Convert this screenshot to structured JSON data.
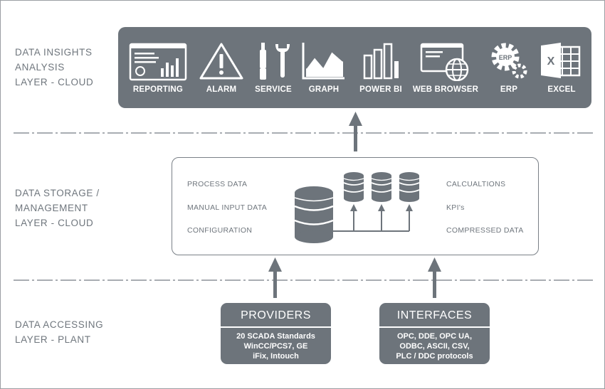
{
  "layers": {
    "insights": "DATA INSIGHTS\nANALYSIS\nLAYER - CLOUD",
    "storage": "DATA STORAGE /\nMANAGEMENT\nLAYER - CLOUD",
    "accessing": "DATA ACCESSING\nLAYER - PLANT"
  },
  "apps": [
    {
      "label": "REPORTING",
      "icon": "reporting-icon"
    },
    {
      "label": "ALARM",
      "icon": "alarm-icon"
    },
    {
      "label": "SERVICE",
      "icon": "service-icon"
    },
    {
      "label": "GRAPH",
      "icon": "graph-icon"
    },
    {
      "label": "POWER BI",
      "icon": "power-bi-icon"
    },
    {
      "label": "WEB BROWSER",
      "icon": "web-browser-icon"
    },
    {
      "label": "ERP",
      "icon": "erp-icon",
      "badge": "ERP"
    },
    {
      "label": "EXCEL",
      "icon": "excel-icon",
      "letter": "X"
    }
  ],
  "storage": {
    "left": [
      "PROCESS DATA",
      "MANUAL INPUT DATA",
      "CONFIGURATION"
    ],
    "right": [
      "CALCUALTIONS",
      "KPI's",
      "COMPRESSED DATA"
    ]
  },
  "providers": {
    "title": "PROVIDERS",
    "lines": [
      "20 SCADA Standards",
      "WinCC/PCS7, GE",
      "iFix, Intouch"
    ]
  },
  "interfaces": {
    "title": "INTERFACES",
    "lines": [
      "OPC, DDE, OPC UA,",
      "ODBC, ASCII, CSV,",
      "PLC / DDC protocols"
    ]
  },
  "colors": {
    "panel": "#6d747b",
    "text": "#6f767d",
    "icon": "#ffffff"
  }
}
